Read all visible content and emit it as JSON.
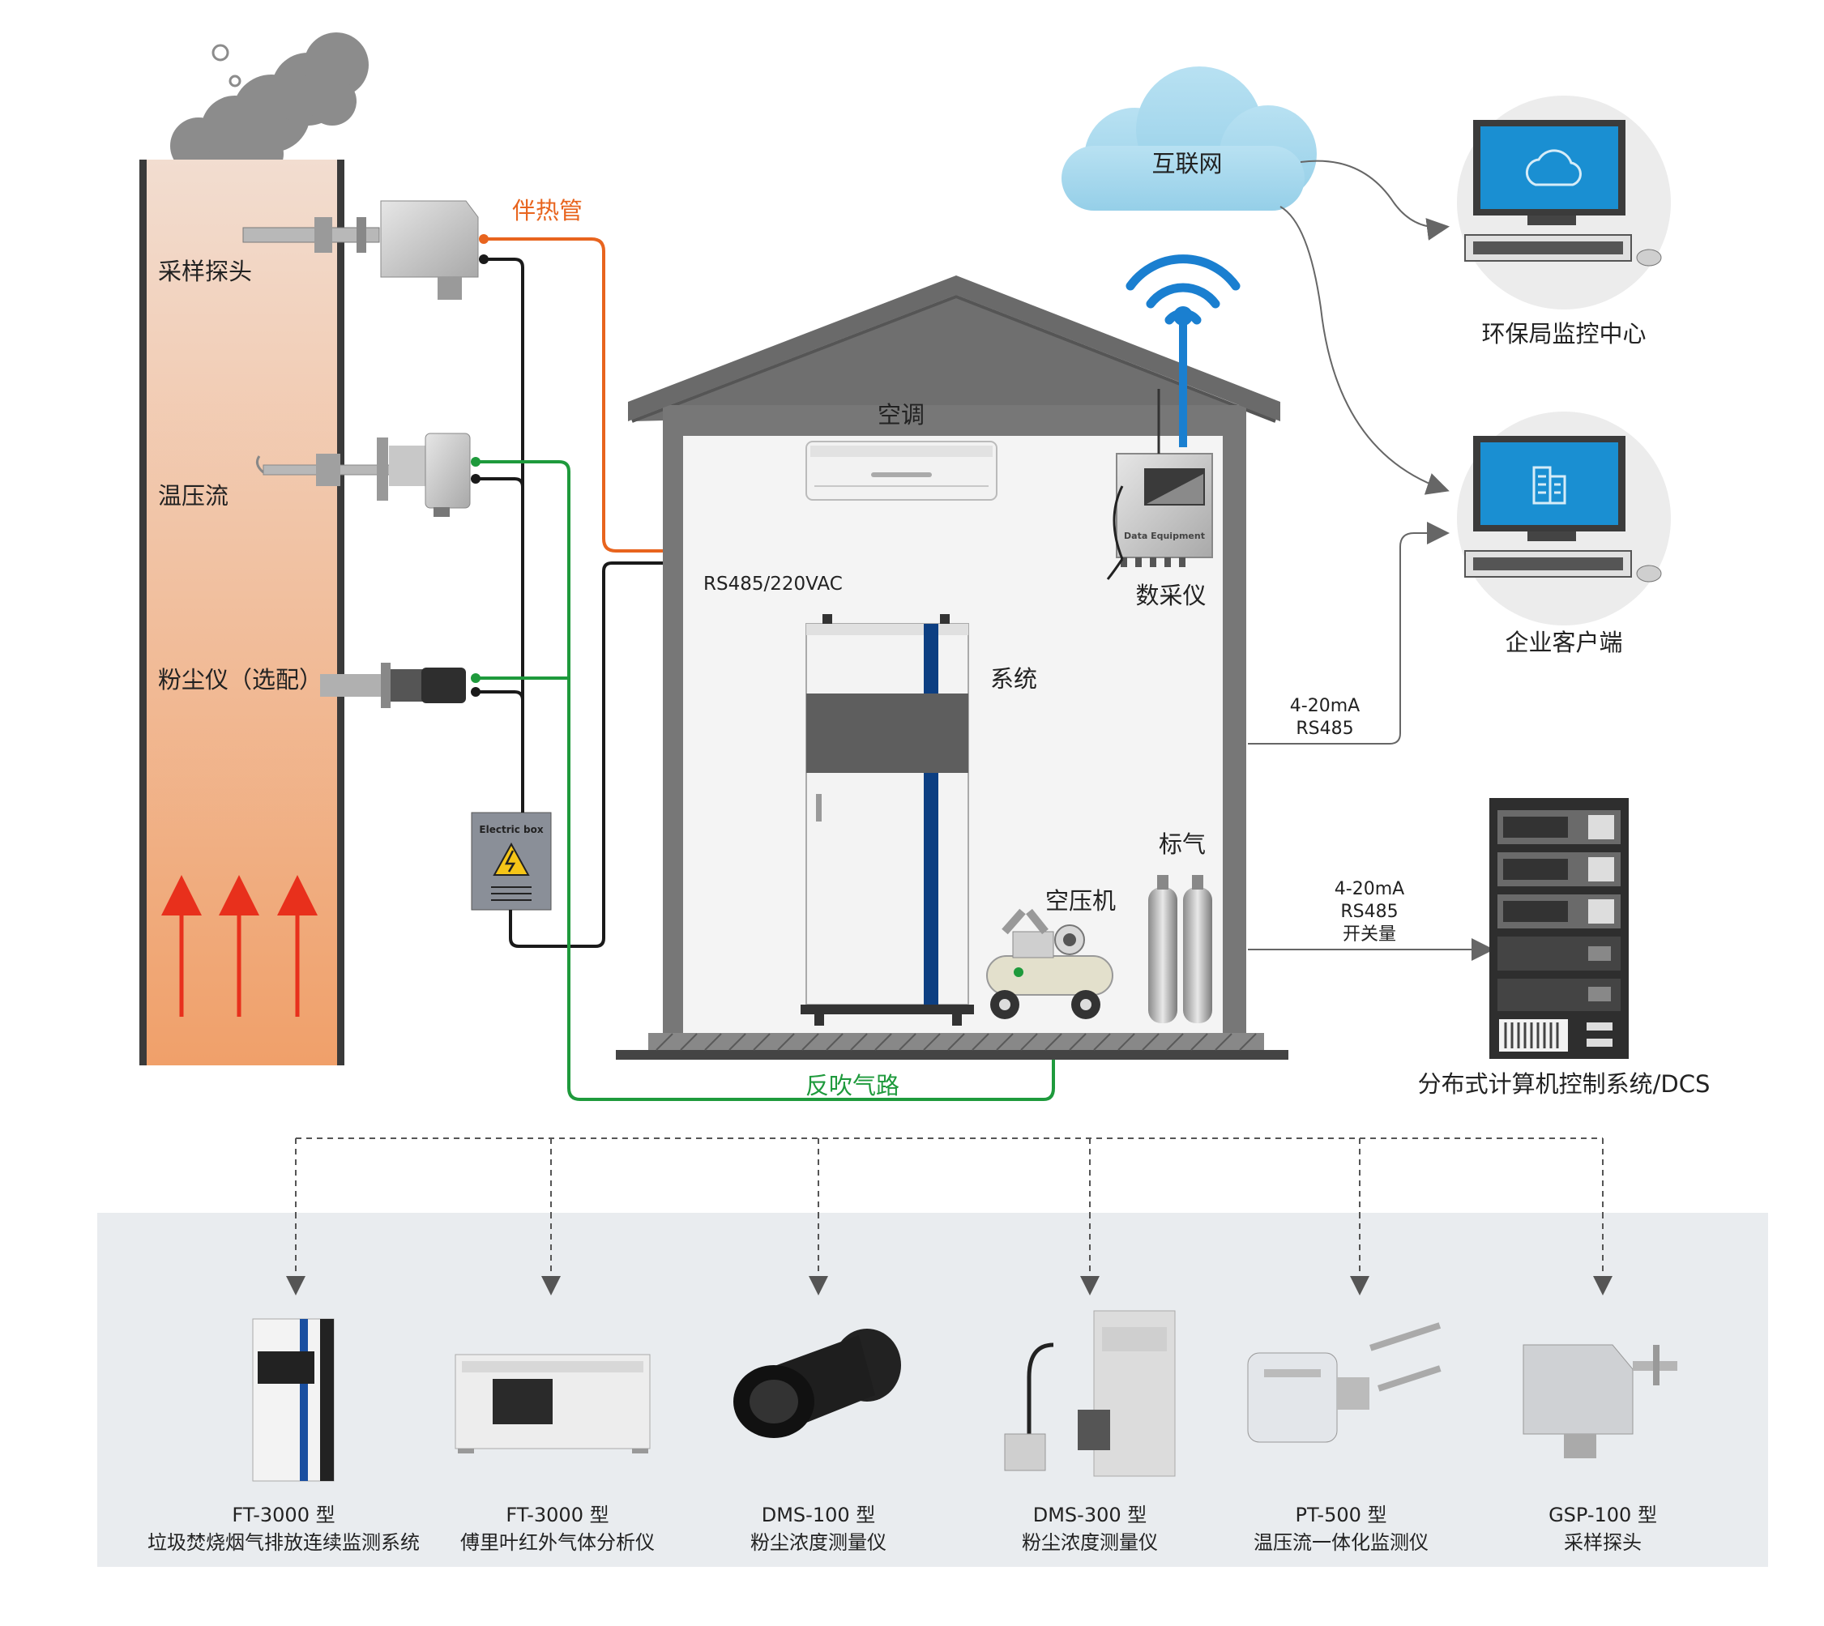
{
  "labels": {
    "heat_trace": "伴热管",
    "sampling_probe": "采样探头",
    "temp_press_flow": "温压流",
    "dust_meter": "粉尘仪（选配）",
    "air_conditioner": "空调",
    "data_acquisition": "数采仪",
    "system": "系统",
    "rs485_220": "RS485/220VAC",
    "compressor": "空压机",
    "calibration_gas": "标气",
    "backblow": "反吹气路",
    "internet": "互联网",
    "epb_center": "环保局监控中心",
    "enterprise_client": "企业客户端",
    "dcs": "分布式计算机控制系统/DCS",
    "link1_line1": "4-20mA",
    "link1_line2": "RS485",
    "link2_line1": "4-20mA",
    "link2_line2": "RS485",
    "link2_line3": "开关量",
    "electric_box": "Electric box",
    "data_equipment": "Data Equipment"
  },
  "products": [
    {
      "model": "FT-3000 型",
      "name": "垃圾焚烧烟气排放连续监测系统"
    },
    {
      "model": "FT-3000 型",
      "name": "傅里叶红外气体分析仪"
    },
    {
      "model": "DMS-100 型",
      "name": "粉尘浓度测量仪"
    },
    {
      "model": "DMS-300 型",
      "name": "粉尘浓度测量仪"
    },
    {
      "model": "PT-500 型",
      "name": "温压流一体化监测仪"
    },
    {
      "model": "GSP-100 型",
      "name": "采样探头"
    }
  ],
  "colors": {
    "heat_trace": "#e8641e",
    "backblow": "#1e9a3c",
    "cloud": "#a9d9ee",
    "screen": "#1a8fd2",
    "wifi": "#1a7fd0",
    "cabinet_stripe": "#0d3f82",
    "arrow": "#e8301c"
  }
}
